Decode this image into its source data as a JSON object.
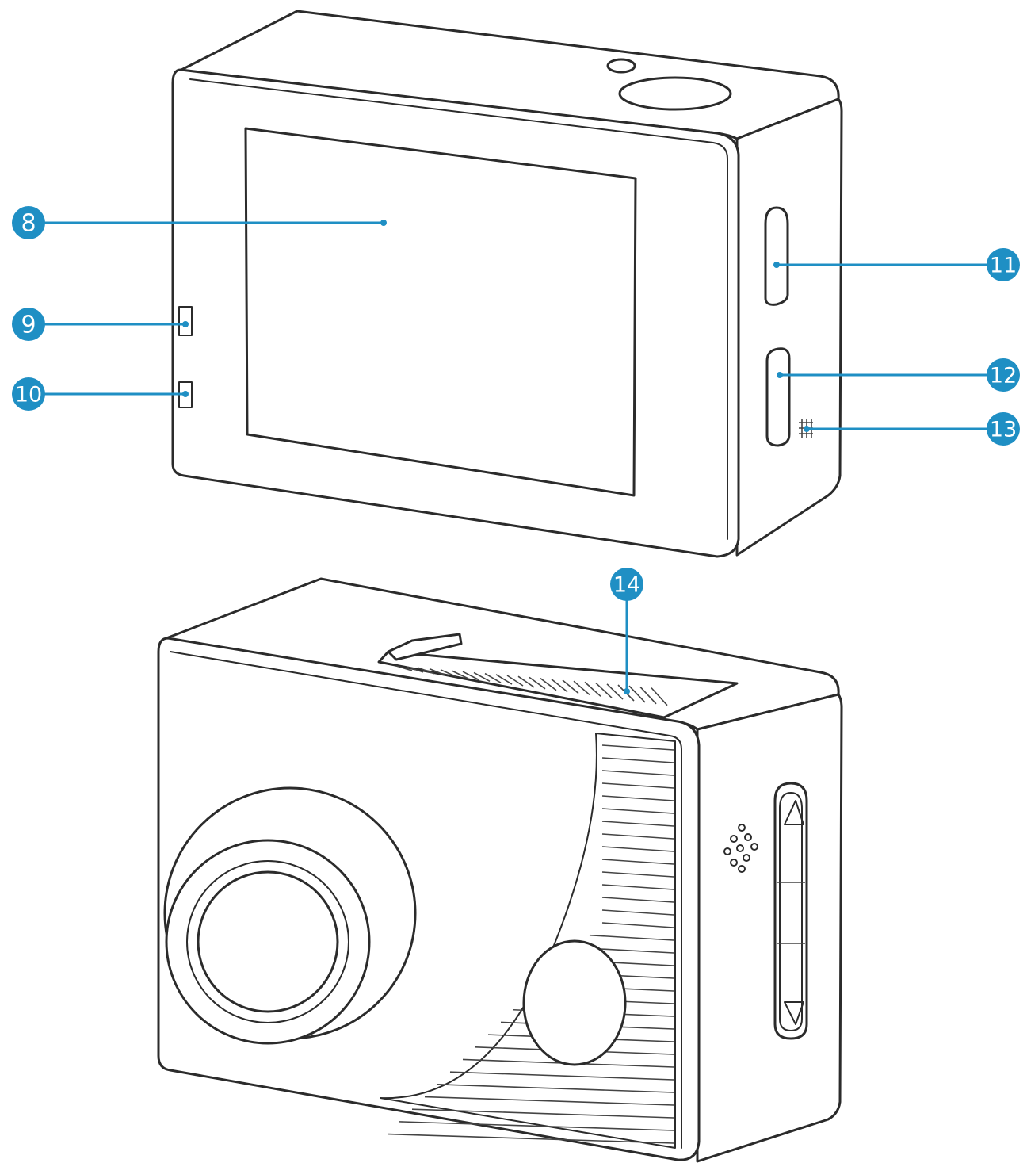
{
  "callouts": [
    {
      "id": "8",
      "label": "8"
    },
    {
      "id": "9",
      "label": "9"
    },
    {
      "id": "10",
      "label": "10"
    },
    {
      "id": "11",
      "label": "11"
    },
    {
      "id": "12",
      "label": "12"
    },
    {
      "id": "13",
      "label": "13"
    },
    {
      "id": "14",
      "label": "14"
    }
  ],
  "colors": {
    "callout": "#1f8fc4",
    "line_art": "#2b2b2b"
  }
}
